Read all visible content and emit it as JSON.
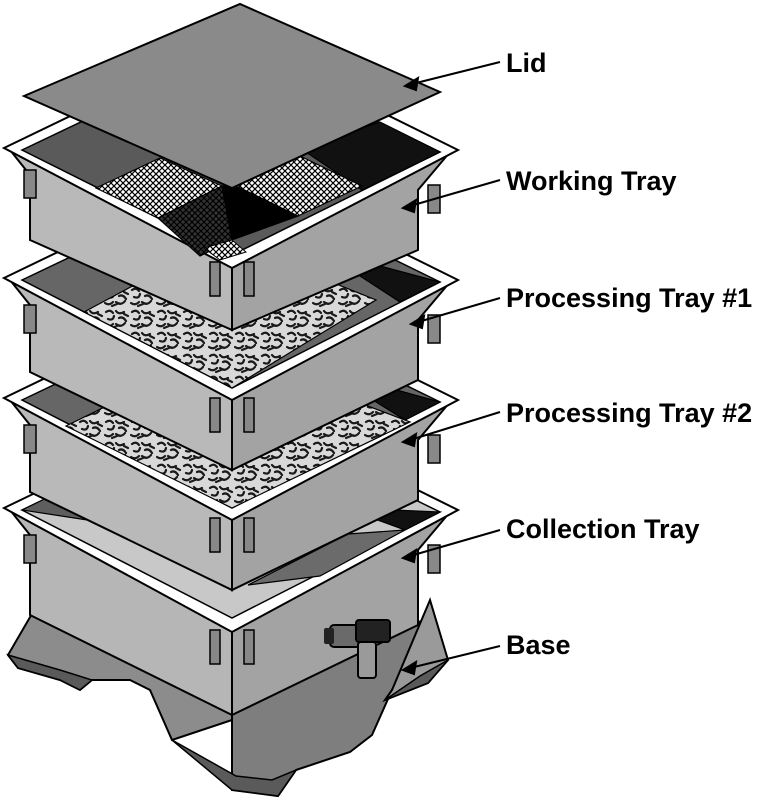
{
  "labels": {
    "lid": "Lid",
    "working_tray": "Working Tray",
    "processing_tray_1": "Processing Tray #1",
    "processing_tray_2": "Processing Tray #2",
    "collection_tray": "Collection Tray",
    "base": "Base"
  },
  "colors": {
    "outline": "#000000",
    "lid": "#8a8a8a",
    "tray_outer": "#b9b9b9",
    "tray_side_dark": "#8f8f8f",
    "rim": "#ffffff",
    "interior_dark": "#555555",
    "interior_black": "#111111",
    "base": "#909090",
    "collection_floor": "#c8c8c8",
    "bedding": "#d6d6d6"
  }
}
